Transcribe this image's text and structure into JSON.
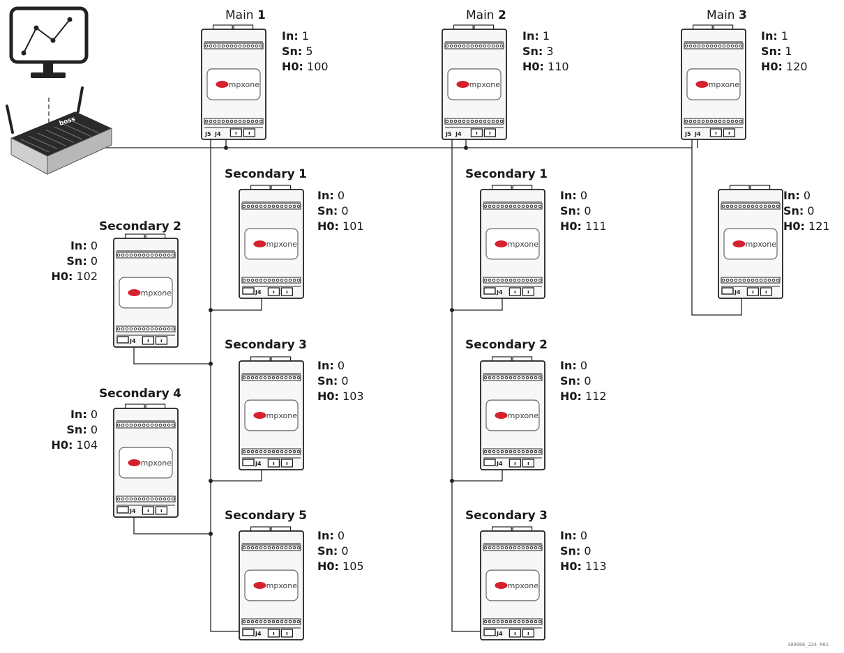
{
  "diagram": {
    "figure_code": "300066_224_R01",
    "device_brand": "mpxone",
    "gateway_brand": "boss",
    "key_labels": {
      "in": "In:",
      "sn": "Sn:",
      "h0": "H0:"
    },
    "port_labels": {
      "j5": "J5",
      "j4": "J4"
    },
    "colors": {
      "line": "#222222",
      "badge": "#d6212e",
      "device_fill": "#f7f7f7"
    }
  },
  "devices": [
    {
      "id": "main-1",
      "title_prefix": "Main",
      "title_number": "1",
      "in": "1",
      "sn": "5",
      "h0": "100"
    },
    {
      "id": "main-2",
      "title_prefix": "Main",
      "title_number": "2",
      "in": "1",
      "sn": "3",
      "h0": "110"
    },
    {
      "id": "main-3",
      "title_prefix": "Main",
      "title_number": "3",
      "in": "1",
      "sn": "1",
      "h0": "120"
    },
    {
      "id": "m1-secondary-1",
      "title_prefix": "Secondary",
      "title_number": "1",
      "in": "0",
      "sn": "0",
      "h0": "101"
    },
    {
      "id": "m1-secondary-2",
      "title_prefix": "Secondary",
      "title_number": "2",
      "in": "0",
      "sn": "0",
      "h0": "102"
    },
    {
      "id": "m1-secondary-3",
      "title_prefix": "Secondary",
      "title_number": "3",
      "in": "0",
      "sn": "0",
      "h0": "103"
    },
    {
      "id": "m1-secondary-4",
      "title_prefix": "Secondary",
      "title_number": "4",
      "in": "0",
      "sn": "0",
      "h0": "104"
    },
    {
      "id": "m1-secondary-5",
      "title_prefix": "Secondary",
      "title_number": "5",
      "in": "0",
      "sn": "0",
      "h0": "105"
    },
    {
      "id": "m2-secondary-1",
      "title_prefix": "Secondary",
      "title_number": "1",
      "in": "0",
      "sn": "0",
      "h0": "111"
    },
    {
      "id": "m2-secondary-2",
      "title_prefix": "Secondary",
      "title_number": "2",
      "in": "0",
      "sn": "0",
      "h0": "112"
    },
    {
      "id": "m2-secondary-3",
      "title_prefix": "Secondary",
      "title_number": "3",
      "in": "0",
      "sn": "0",
      "h0": "113"
    },
    {
      "id": "m3-secondary",
      "title_prefix": "",
      "title_number": "",
      "in": "0",
      "sn": "0",
      "h0": "121"
    }
  ]
}
